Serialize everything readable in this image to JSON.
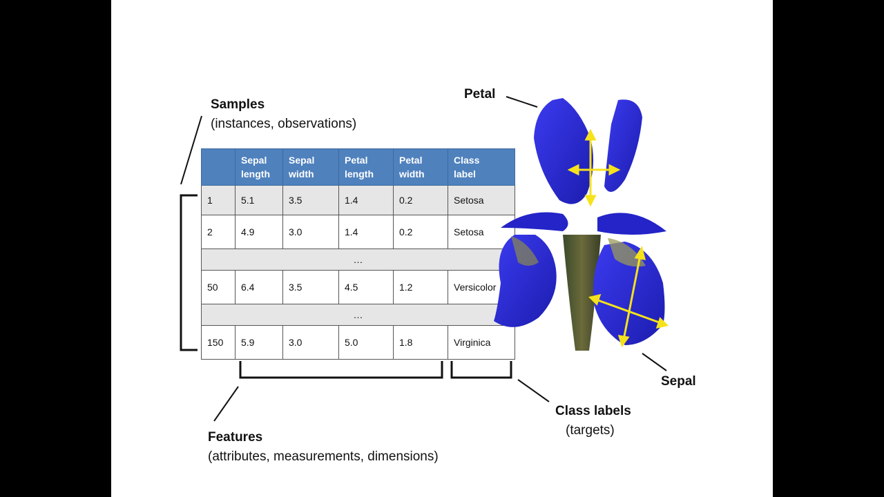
{
  "samples": {
    "title": "Samples",
    "subtitle": "(instances, observations)"
  },
  "features": {
    "title": "Features",
    "subtitle": "(attributes, measurements, dimensions)"
  },
  "class_labels": {
    "title": "Class labels",
    "subtitle": "(targets)"
  },
  "petal_label": "Petal",
  "sepal_label": "Sepal",
  "table": {
    "headers": [
      [
        "",
        ""
      ],
      [
        "Sepal",
        "length"
      ],
      [
        "Sepal",
        "width"
      ],
      [
        "Petal",
        "length"
      ],
      [
        "Petal",
        "width"
      ],
      [
        "Class",
        "label"
      ]
    ],
    "rows": [
      [
        "1",
        "5.1",
        "3.5",
        "1.4",
        "0.2",
        "Setosa"
      ],
      [
        "2",
        "4.9",
        "3.0",
        "1.4",
        "0.2",
        "Setosa"
      ],
      [
        "50",
        "6.4",
        "3.5",
        "4.5",
        "1.2",
        "Versicolor"
      ],
      [
        "150",
        "5.9",
        "3.0",
        "5.0",
        "1.8",
        "Virginica"
      ]
    ],
    "ellipsis": "…"
  },
  "colors": {
    "header_bg": "#4f81bd",
    "header_text": "#ffffff",
    "gray_row": "#e6e6e6",
    "flower_blue": "#2a2ad0",
    "arrow": "#f5e21b"
  }
}
